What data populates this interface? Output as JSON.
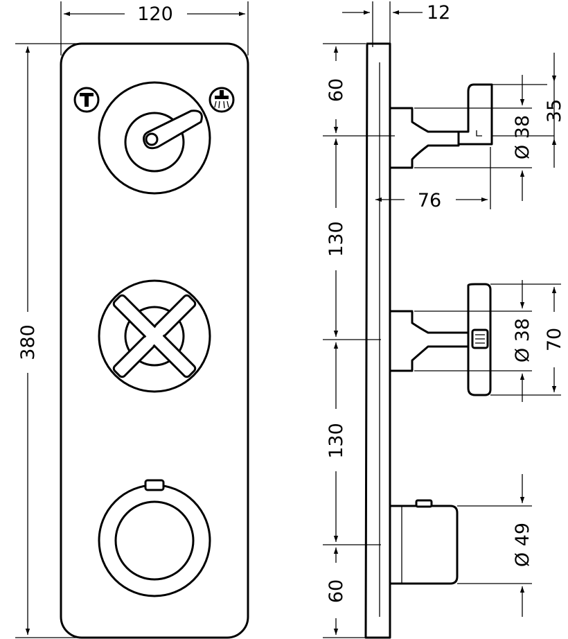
{
  "front_view": {
    "width_dim": "120",
    "height_dim": "380",
    "top_handle": {
      "left_icon": "bath-spout-icon",
      "right_icon": "shower-head-icon"
    }
  },
  "side_view": {
    "plate_depth": "12",
    "top_offset": "60",
    "spacing_upper": "130",
    "spacing_lower": "130",
    "bottom_offset": "60",
    "projection": "76",
    "lever_height": "35",
    "lever_spindle_dia": "Ø 38",
    "cross_spindle_dia": "Ø 38",
    "cross_height": "70",
    "knob_dia": "Ø 49"
  }
}
